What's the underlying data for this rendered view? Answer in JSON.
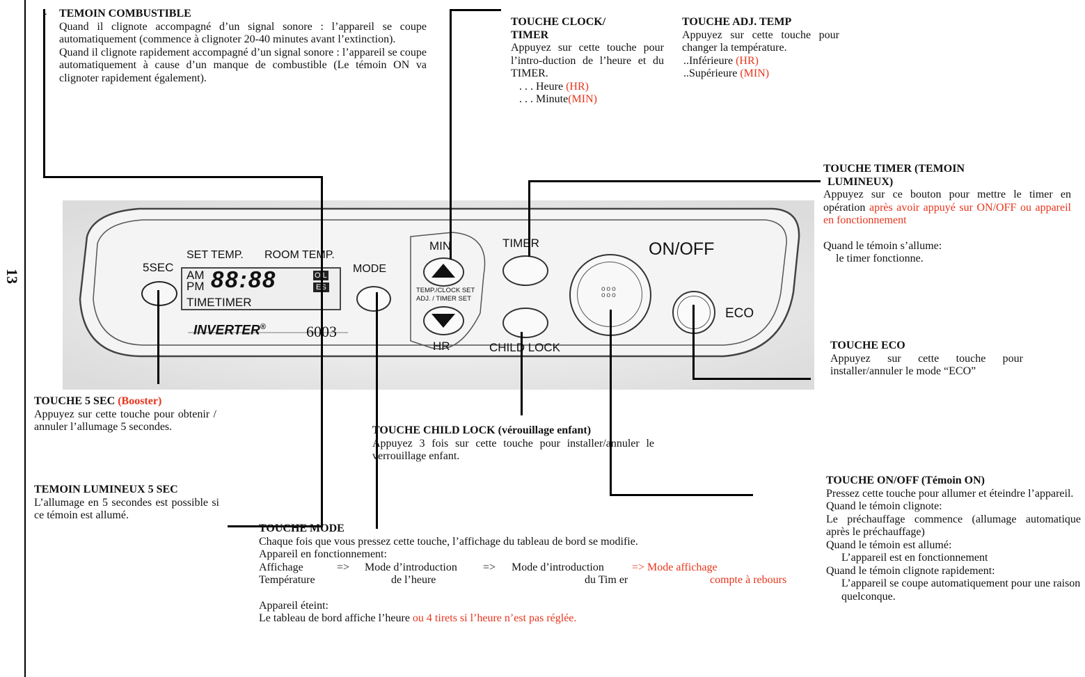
{
  "page_number": "13",
  "fuel": {
    "title": "TEMOIN COMBUSTIBLE",
    "p1": "Quand il clignote accompagné d’un signal sonore : l’appareil se coupe automatiquement (commence à clignoter 20-40 minutes avant l’extinction).",
    "p2": "Quand il clignote rapidement accompagné d’un signal sonore : l’appareil se coupe automatiquement à cause d’un manque de combustible (Le témoin ON va clignoter rapidement également)."
  },
  "clock": {
    "title1": "TOUCHE CLOCK/",
    "title2": "TIMER",
    "text": "Appuyez sur cette touche pour l’intro-duction de l’heure et du TIMER.",
    "hour_prefix": ". . . Heure",
    "hour_key": "(HR)",
    "min_prefix": ". . . Minute",
    "min_key": "(MIN)"
  },
  "adj": {
    "title": "TOUCHE ADJ. TEMP",
    "text": "Appuyez sur cette touche pour changer la température.",
    "low_prefix": "..Inférieure",
    "low_key": "(HR)",
    "high_prefix": "..Supérieure",
    "high_key": "(MIN)"
  },
  "timer": {
    "title1": "TOUCHE TIMER (TEMOIN",
    "title2": "LUMINEUX)",
    "text1": "Appuyez sur ce bouton pour mettre le timer en opération",
    "text1_red": "après avoir appuyé sur ON/OFF ou appareil en fonctionnement",
    "text2": "Quand le témoin s’allume:",
    "text3": "le timer fonctionne."
  },
  "eco": {
    "title": "TOUCHE ECO",
    "text": "Appuyez sur cette touche pour installer/annuler le mode “ECO”"
  },
  "five_sec": {
    "title": "TOUCHE 5 SEC",
    "title_red": "(Booster)",
    "text": "Appuyez sur cette touche pour obtenir / annuler l’allumage 5 secondes."
  },
  "child": {
    "title": "TOUCHE CHILD LOCK (vérouillage enfant)",
    "text": "Appuyez 3 fois sur cette touche pour installer/annuler le verrouillage enfant."
  },
  "lamp": {
    "title": "TEMOIN LUMINEUX 5 SEC",
    "text": "L’allumage en 5 secondes est possible si ce témoin est allumé."
  },
  "onoff": {
    "title": "TOUCHE ON/OFF (Témoin ON)",
    "l1": "Pressez cette touche pour allumer et éteindre l’appareil.",
    "l2": "Quand le témoin clignote:",
    "l3": "Le préchauffage commence (allumage automatique après le préchauffage)",
    "l4": "Quand le témoin est allumé:",
    "l5": "L’appareil est en fonctionnement",
    "l6": "Quand le témoin clignote rapidement:",
    "l7": "L’appareil se coupe automatiquement pour une raison quelconque."
  },
  "mode": {
    "title": "TOUCHE MODE",
    "l1": "Chaque fois que vous pressez cette touche, l’affichage du tableau de bord se modifie.",
    "l2": "Appareil en fonctionnement:",
    "r1": "Affichage",
    "r1b": "=>",
    "r1c": "Mode d’introduction",
    "r1d": "=>",
    "r1e": "Mode d’introduction",
    "r1f": "=> Mode affichage",
    "r2a": "Température",
    "r2b": "de l’heure",
    "r2c": "du Tim er",
    "r2d": "compte à rebours",
    "l3": "Appareil éteint:",
    "l4": "Le tableau de bord affiche l’heure",
    "l4_red": "ou 4 tirets si l’heure n’est pas réglée."
  },
  "panel": {
    "five_sec_label": "5SEC",
    "set_temp": "SET TEMP.",
    "room_temp": "ROOM TEMP.",
    "am": "AM",
    "pm": "PM",
    "digits": "88:88",
    "ind_top": "OIL",
    "ind_bot": "ES",
    "timetimer": "TIMETIMER",
    "brand": "INVERTER",
    "reg": "®",
    "model": "6003",
    "mode_label": "MODE",
    "min_label": "MIN",
    "temp_clock": "TEMP./CLOCK SET",
    "adj_timer": "ADJ. / TIMER SET",
    "hr_label": "HR",
    "timer_label": "TIMER",
    "child_label": "CHILD LOCK",
    "onoff_label": "ON/OFF",
    "eco_label": "ECO"
  }
}
